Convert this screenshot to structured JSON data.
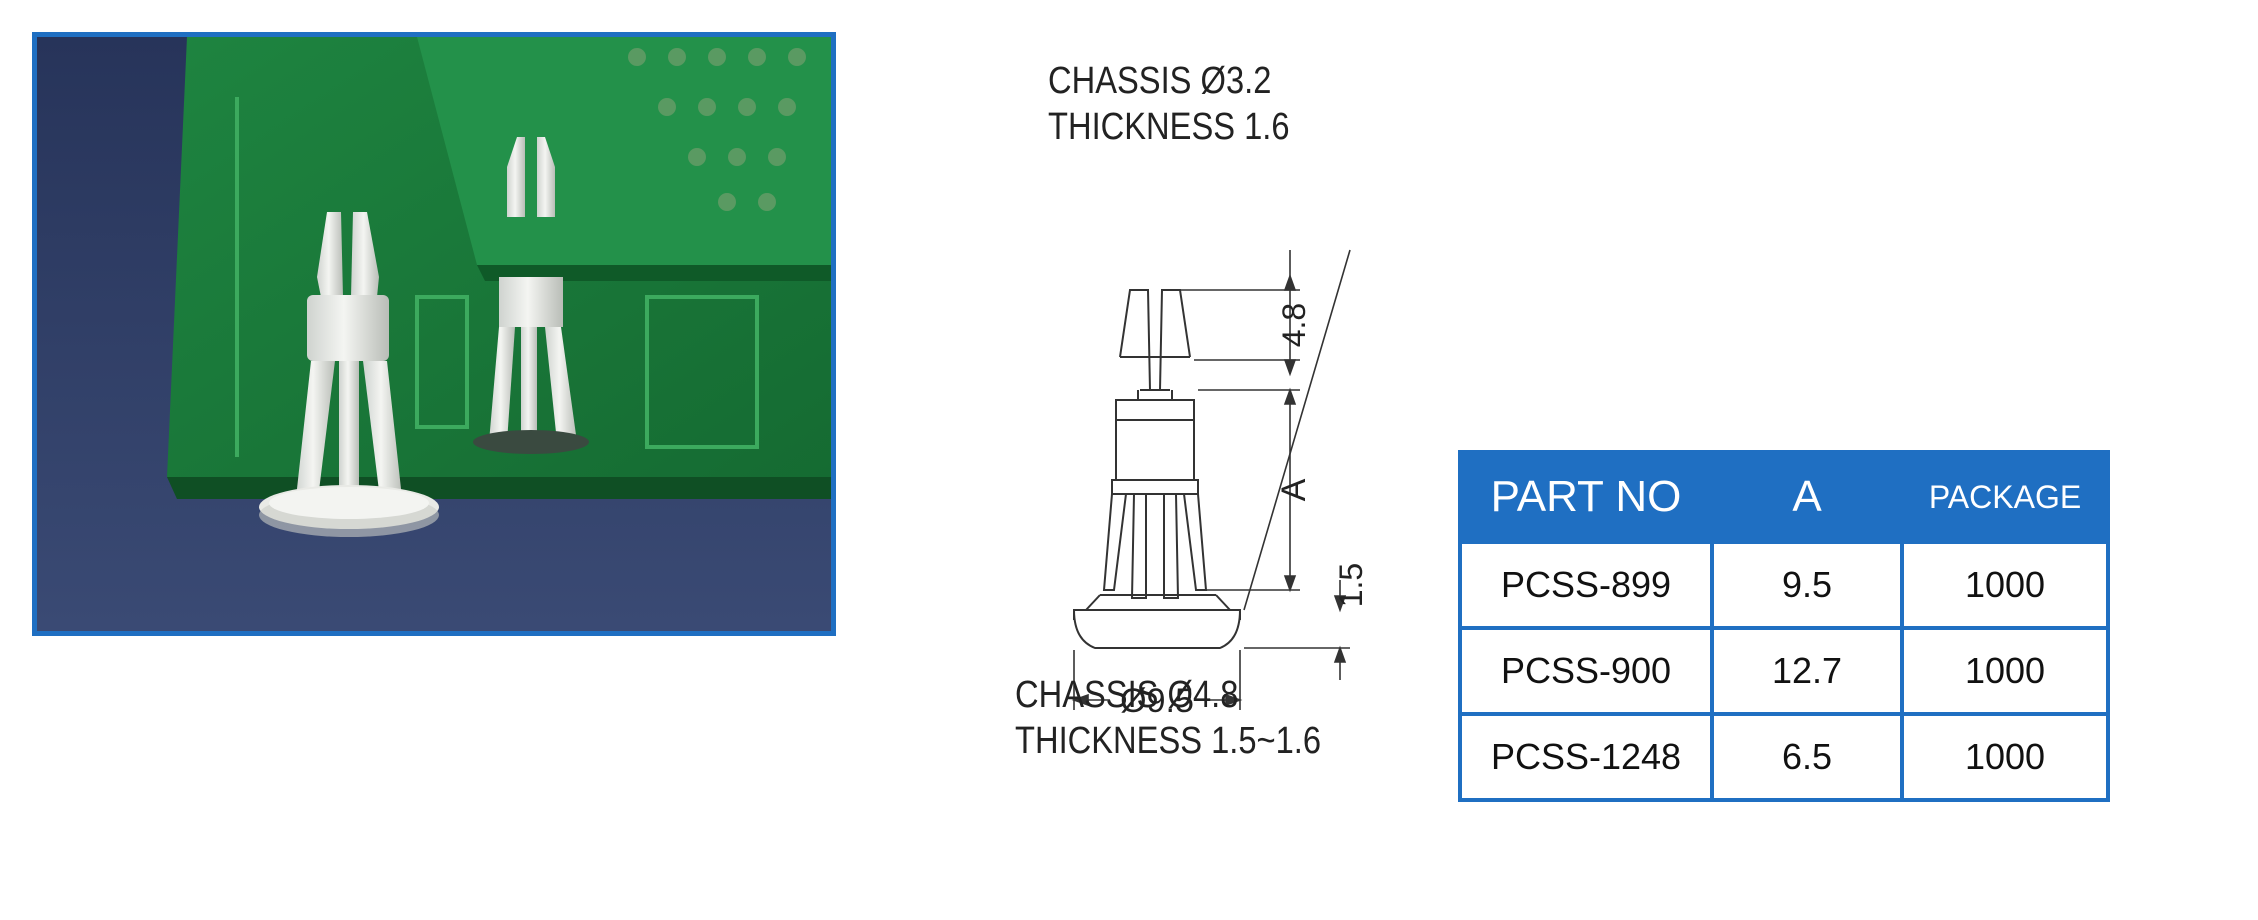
{
  "photo": {
    "alt_subject": "nylon PCB support spacers on circuit boards"
  },
  "drawing": {
    "chassis_top_label": "CHASSIS  Ø3.2",
    "thickness_top_label": "THICKNESS  1.6",
    "dim_tip": "4.8",
    "dim_a": "A",
    "dim_base": "1.5",
    "dim_diameter": "Ø9.5",
    "chassis_bottom_label": "CHASSIS  Ø4.8",
    "thickness_bottom_label": "THICKNESS  1.5~1.6"
  },
  "table": {
    "headers": [
      "PART NO",
      "A",
      "PACKAGE"
    ],
    "rows": [
      [
        "PCSS-899",
        "9.5",
        "1000"
      ],
      [
        "PCSS-900",
        "12.7",
        "1000"
      ],
      [
        "PCSS-1248",
        "6.5",
        "1000"
      ]
    ]
  },
  "colors": {
    "accent_blue": "#1f6fc2",
    "pcb_green": "#1f8a3c",
    "background_blue": "#2d3d63"
  }
}
